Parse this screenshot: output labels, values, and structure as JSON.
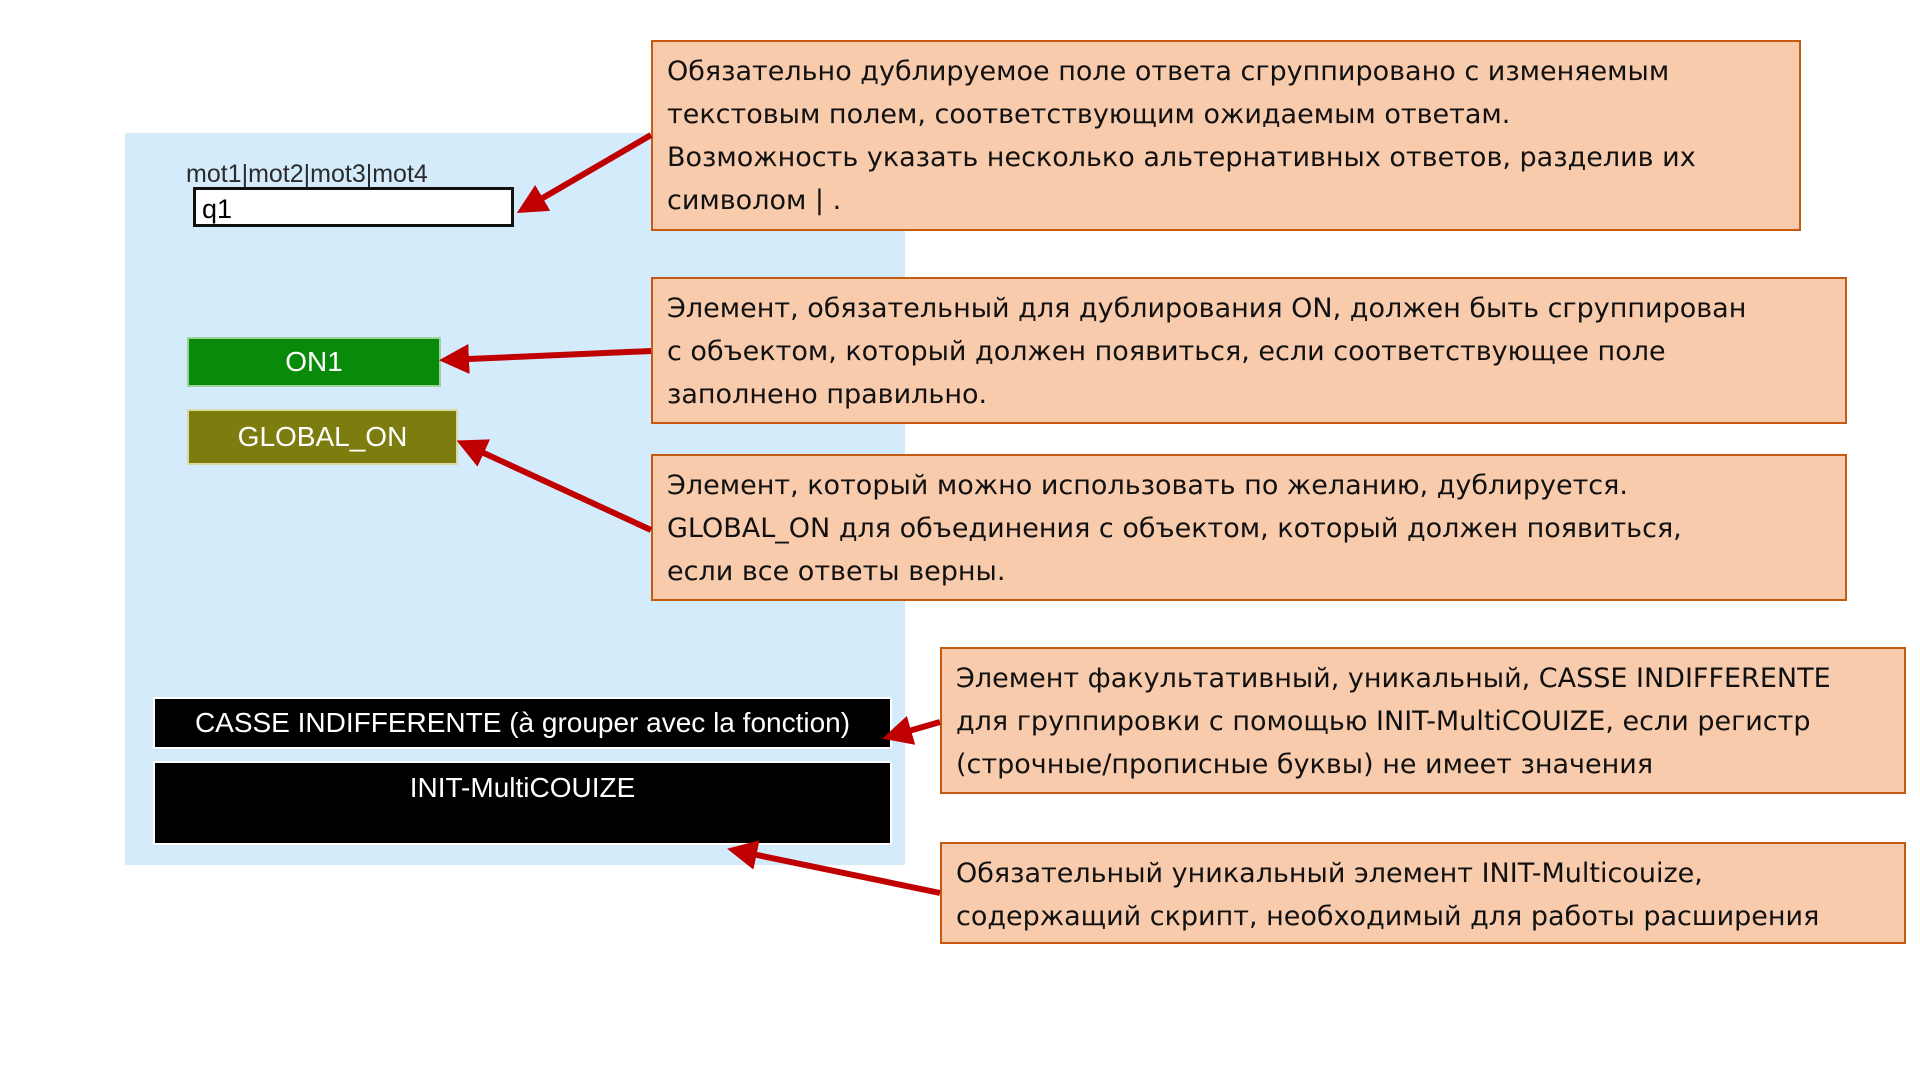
{
  "widgets": {
    "field_label": "mot1|mot2|mot3|mot4",
    "field_value": "q1",
    "on1_label": "ON1",
    "global_on_label": "GLOBAL_ON",
    "casse_label": "CASSE INDIFFERENTE (à grouper avec la fonction)",
    "init_label": "INIT-MultiCOUIZE"
  },
  "notes": [
    {
      "lines": [
        "Обязательно дублируемое поле ответа сгруппировано с изменяемым",
        "текстовым полем, соответствующим ожидаемым ответам.",
        "Возможность указать несколько альтернативных ответов, разделив их",
        "символом | ."
      ]
    },
    {
      "lines": [
        "Элемент, обязательный для дублирования ON, должен быть сгруппирован",
        "с объектом, который должен появиться, если соответствующее поле",
        "заполнено правильно."
      ]
    },
    {
      "lines": [
        "Элемент, который можно использовать по желанию, дублируется.",
        "GLOBAL_ON для объединения с объектом, который должен появиться,",
        "если все ответы верны."
      ]
    },
    {
      "lines": [
        "Элемент факультативный, уникальный, CASSE INDIFFERENTE",
        "для группировки с помощью INIT-MultiCOUIZE, если регистр",
        "(строчные/прописные буквы) не имеет значения"
      ]
    },
    {
      "lines": [
        "Обязательный уникальный элемент INIT-Multicouize,",
        "содержащий скрипт, необходимый для работы расширения"
      ]
    }
  ],
  "colors": {
    "panel_background": "#d4ebfb",
    "note_background": "#f8cbad",
    "note_border": "#c55a11",
    "arrow": "#c00000",
    "on1_button": "#0a8a0a",
    "global_on_button": "#7d7d0f",
    "black_button": "#000000"
  }
}
